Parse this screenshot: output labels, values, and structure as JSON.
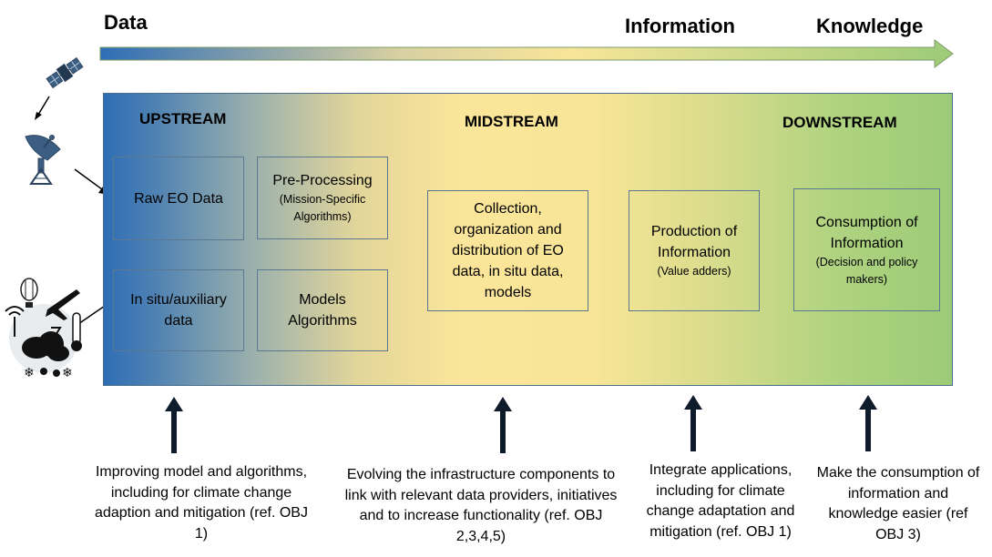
{
  "header": {
    "data_label": "Data",
    "information_label": "Information",
    "knowledge_label": "Knowledge"
  },
  "stages": {
    "upstream": "UPSTREAM",
    "midstream": "MIDSTREAM",
    "downstream": "DOWNSTREAM"
  },
  "boxes": {
    "raw_eo": "Raw EO Data",
    "preprocessing_title": "Pre-Processing",
    "preprocessing_sub": "(Mission-Specific Algorithms)",
    "insitu": "In situ/auxiliary data",
    "models": "Models Algorithms",
    "collection": "Collection, organization and distribution of EO data, in situ data, models",
    "production_title": "Production of Information",
    "production_sub": "(Value adders)",
    "consumption_title": "Consumption of Information",
    "consumption_sub": "(Decision and policy makers)"
  },
  "captions": {
    "obj1": "Improving model and algorithms, including for climate change adaption and mitigation (ref. OBJ 1)",
    "obj2345": "Evolving the infrastructure components to link with relevant data providers, initiatives and to increase functionality (ref. OBJ 2,3,4,5)",
    "integrate": "Integrate applications, including for climate change adaptation and mitigation (ref. OBJ 1)",
    "obj3": "Make the consumption of information and knowledge easier (ref OBJ 3)"
  },
  "icons": [
    "satellite-icon",
    "satellite-dish-icon",
    "weather-sensors-icon",
    "up-arrow-icon"
  ],
  "colors": {
    "upstream_blue": "#2e6db5",
    "midstream_yellow": "#fbe59a",
    "downstream_green": "#9ccb78",
    "arrow_dark": "#0d1b2a"
  }
}
